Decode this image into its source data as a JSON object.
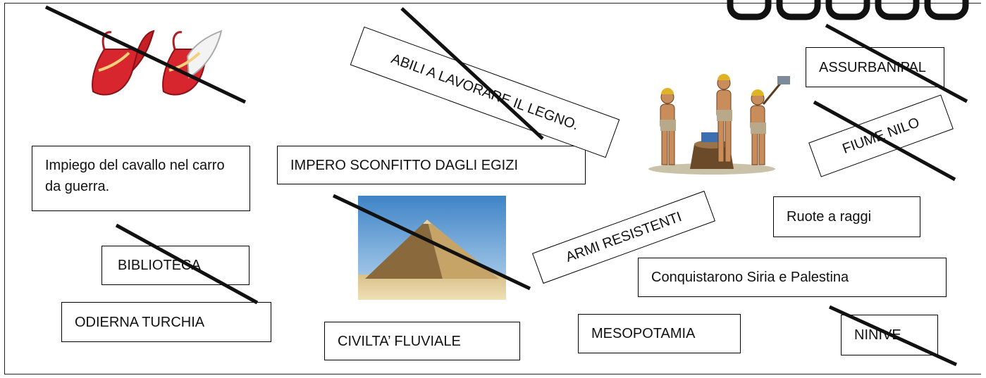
{
  "cards": {
    "impiego": "Impiego del cavallo nel carro da guerra.",
    "impero": "IMPERO SCONFITTO DAGLI EGIZI",
    "abili": "ABILI A LAVORARE IL LEGNO.",
    "assurbanipal": "ASSURBANIPAL",
    "fiume": "FIUME NILO",
    "ruote": "Ruote a raggi",
    "armi": "ARMI RESISTENTI",
    "conquistarono": "Conquistarono Siria e Palestina",
    "biblioteca": "BIBLIOTECA",
    "odierna": "ODIERNA TURCHIA",
    "civilta": "CIVILTA’ FLUVIALE",
    "mesopotamia": "MESOPOTAMIA",
    "ninive": "NINIVE"
  },
  "images": {
    "shoes": "pointed-shoes-icon",
    "pyramid": "pyramid-icon",
    "metalworkers": "metalworkers-icon",
    "chain": "chain-icon"
  },
  "colors": {
    "strike": "#111111",
    "shoe_red": "#d8262e",
    "pyramid_sand": "#b89a62",
    "sky": "#3f84c7"
  }
}
